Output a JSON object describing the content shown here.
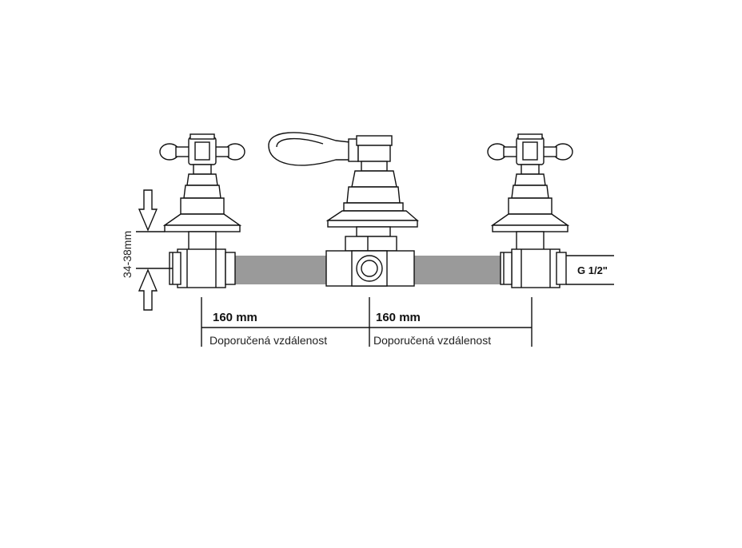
{
  "dimensions": {
    "depth_label": "34-38mm",
    "spacing_left_value": "160 mm",
    "spacing_right_value": "160 mm",
    "spacing_left_caption": "Doporučená vzdálenost",
    "spacing_right_caption": "Doporučená vzdálenost",
    "thread_label": "G 1/2\""
  },
  "colors": {
    "pipe": "#9a9a9a",
    "line": "#111111"
  }
}
